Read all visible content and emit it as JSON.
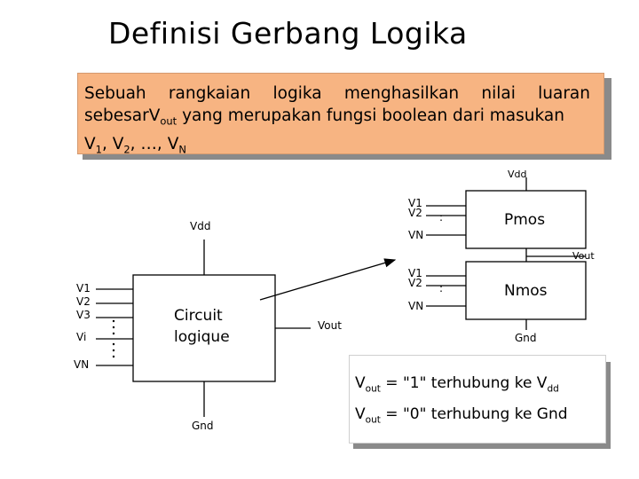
{
  "title": "Definisi Gerbang Logika",
  "definition": {
    "line1": "Sebuah rangkaian logika menghasilkan nilai luaran",
    "line2_a": "sebesarV",
    "line2_sub": "out",
    "line2_b": " yang merupakan fungsi boolean dari masukan",
    "line3_a": "V",
    "line3_s1": "1",
    "line3_b": ", V",
    "line3_s2": "2",
    "line3_c": ", …, V",
    "line3_sN": "N"
  },
  "circuit": {
    "label_line1": "Circuit",
    "label_line2": "logique",
    "vdd": "Vdd",
    "gnd": "Gnd",
    "inputs": [
      "V1",
      "V2",
      "V3",
      "Vi",
      "VN"
    ],
    "output": "Vout",
    "dots": ":"
  },
  "pmos_block": {
    "label": "Pmos",
    "vdd": "Vdd",
    "inputs": [
      "V1",
      "V2",
      "VN"
    ]
  },
  "nmos_block": {
    "label": "Nmos",
    "gnd": "Gnd",
    "inputs": [
      "V1",
      "V2",
      "VN"
    ]
  },
  "output_node": "Vout",
  "rules": [
    {
      "a": "V",
      "sub": "out",
      "b": " = \"1\"  terhubung ke V",
      "sub2": "dd"
    },
    {
      "a": "V",
      "sub": "out",
      "b": " = \"0\"  terhubung ke Gnd",
      "sub2": ""
    }
  ],
  "colors": {
    "definition_bg": "#f7b482",
    "shadow": "#8a8a8a",
    "line": "#000000"
  }
}
